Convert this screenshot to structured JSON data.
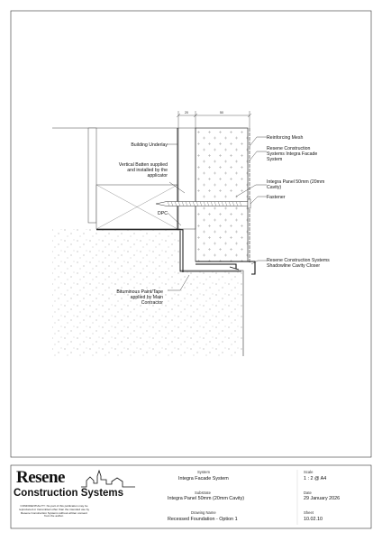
{
  "labels": {
    "reinforcing_mesh": "Reinforcing Mesh",
    "building_underlay": "Building Underlay",
    "integra_system_1": "Resene Construction",
    "integra_system_2": "Systems Integra Facade",
    "integra_system_3": "System",
    "batten_1": "Vertical Batten supplied",
    "batten_2": "and installed by the",
    "batten_3": "applicator",
    "panel_1": "Integra Panel 50mm (20mm",
    "panel_2": "Cavity)",
    "fastener": "Fastener",
    "dpc": "DPC",
    "closer_1": "Resene Construction Systems",
    "closer_2": "Shadowline Cavity Closer",
    "bitumen_1": "Bituminous Paint/Tape",
    "bitumen_2": "applied by Main",
    "bitumen_3": "Contractor",
    "dim_left": "20",
    "dim_right": "50"
  },
  "title_block": {
    "brand_top": "Resene",
    "brand_bottom": "Construction Systems",
    "confidentiality": "CONFIDENTIALITY: No part of this publication may be reproduced or transmitted other than the intended use by Resene Construction Systems without written consent from the author.",
    "system_label": "System",
    "system_value": "Integra Facade System",
    "substrate_label": "Substrate",
    "substrate_value": "Integra Panel 50mm (20mm Cavity)",
    "drawing_name_label": "Drawing Name",
    "drawing_name_value": "Recessed Foundation - Option 1",
    "scale_label": "Scale",
    "scale_value": "1 : 2 @ A4",
    "date_label": "Date",
    "date_value": "29 January 2026",
    "sheet_label": "Sheet",
    "sheet_value": "10.02.10"
  }
}
